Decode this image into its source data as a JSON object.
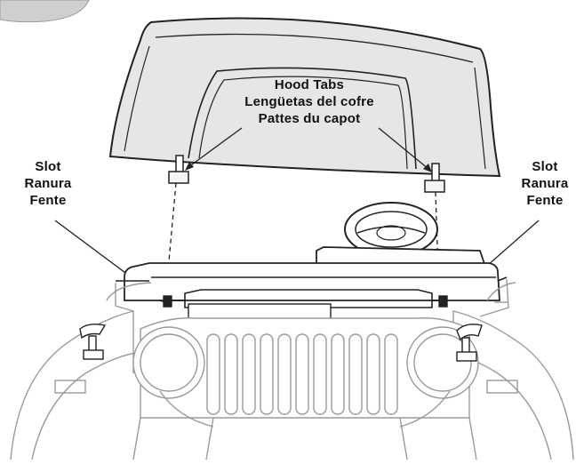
{
  "labels": {
    "hood_tabs": {
      "en": "Hood Tabs",
      "es": "Lengüetas del cofre",
      "fr": "Pattes du capot"
    },
    "slot_left": {
      "en": "Slot",
      "es": "Ranura",
      "fr": "Fente"
    },
    "slot_right": {
      "en": "Slot",
      "es": "Ranura",
      "fr": "Fente"
    }
  },
  "colors": {
    "line": "#222222",
    "hood_fill": "#e6e6e6",
    "body_line": "#9a9a9a",
    "background": "#ffffff"
  }
}
